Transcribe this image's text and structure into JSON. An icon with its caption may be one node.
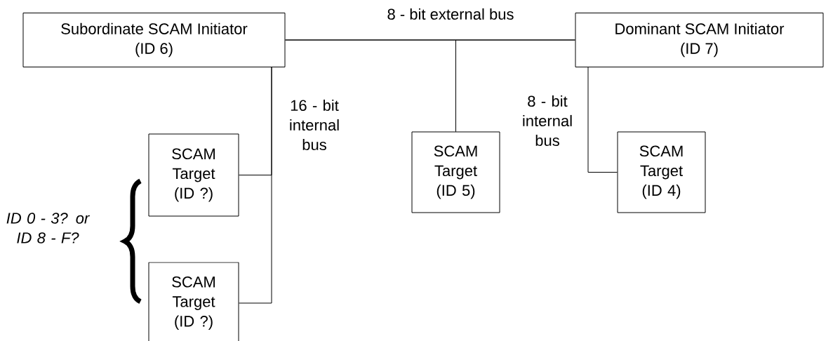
{
  "diagram": {
    "nodes": [
      {
        "text": [
          "Subordinate SCAM Initiator",
          "(ID 6)"
        ]
      },
      {
        "text": [
          "Dominant SCAM Initiator",
          "(ID 7)"
        ]
      },
      {
        "text": [
          "SCAM Target (ID ?)"
        ]
      },
      {
        "text": [
          "SCAM Target (ID ?)"
        ]
      },
      {
        "text": [
          "SCAM Target (ID 5)"
        ]
      },
      {
        "text": [
          "SCAM Target (ID 4)"
        ]
      }
    ],
    "edges": [
      {
        "from": 0,
        "to": 1,
        "arrow": "none",
        "label": "8 - bit external bus"
      },
      {
        "from": 0,
        "to": 4,
        "arrow": "none"
      },
      {
        "from": 1,
        "to": 4,
        "arrow": "none"
      },
      {
        "from": 0,
        "to": 2,
        "arrow": "none",
        "label": "16 - bit internal bus"
      },
      {
        "from": 0,
        "to": 3,
        "arrow": "none"
      },
      {
        "from": 1,
        "to": 5,
        "arrow": "none",
        "label": "8 - bit internal bus"
      }
    ],
    "labels": [
      "ID 0 - 3? or ID 8 - F?"
    ]
  }
}
